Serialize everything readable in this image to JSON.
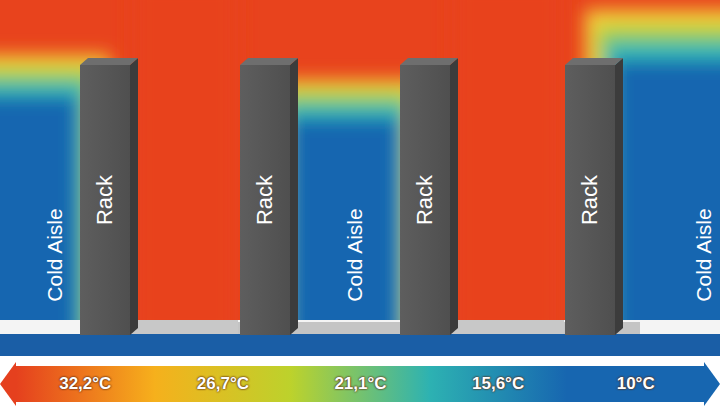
{
  "diagram": {
    "nodes": [
      {
        "text": [
          "Rack"
        ]
      },
      {
        "text": [
          "Rack"
        ]
      },
      {
        "text": [
          "Rack"
        ]
      },
      {
        "text": [
          "Rack"
        ]
      }
    ],
    "labels": [
      "Cold Aisle",
      "Cold Aisle",
      "Cold Aisle"
    ],
    "legend": [
      {
        "text": "32,2°C",
        "color": "#e5401e"
      },
      {
        "text": "26,7°C",
        "color": "#f6b01c"
      },
      {
        "text": "21,1°C",
        "color": "#bcd22c"
      },
      {
        "text": "15,6°C",
        "color": "#2db2b2"
      },
      {
        "text": "10°C",
        "color": "#1766b0"
      }
    ]
  }
}
